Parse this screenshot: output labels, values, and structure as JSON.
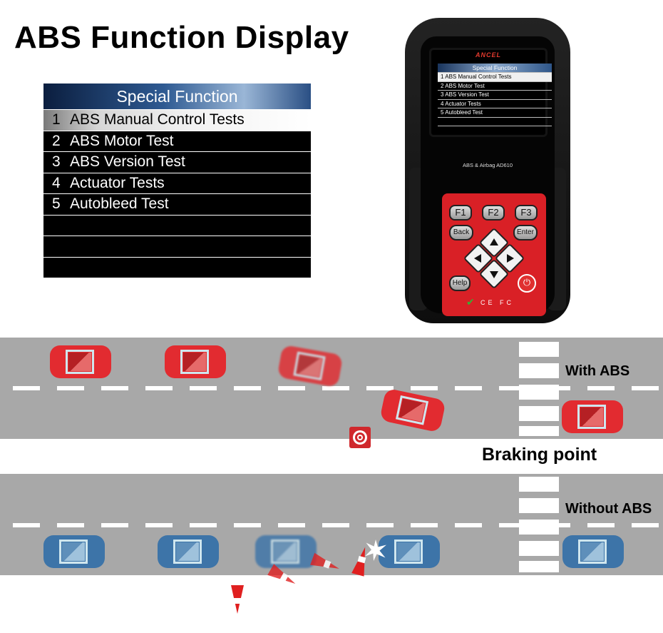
{
  "title": "ABS Function Display",
  "menu": {
    "header": "Special Function",
    "items": [
      {
        "num": "1",
        "label": "ABS Manual Control Tests"
      },
      {
        "num": "2",
        "label": "ABS Motor Test"
      },
      {
        "num": "3",
        "label": "ABS Version Test"
      },
      {
        "num": "4",
        "label": "Actuator Tests"
      },
      {
        "num": "5",
        "label": "Autobleed Test"
      }
    ],
    "selected_index": 0
  },
  "device": {
    "brand": "ANCEL",
    "screen_header": "Special Function",
    "model": "ABS & Airbag AD610",
    "keys": {
      "f1": "F1",
      "f2": "F2",
      "f3": "F3",
      "back": "Back",
      "enter": "Enter",
      "help": "Help"
    },
    "certifications": "CE FC",
    "icons": [
      "up-arrow-icon",
      "down-arrow-icon",
      "left-arrow-icon",
      "right-arrow-icon",
      "power-icon",
      "checkmark-icon"
    ]
  },
  "diagram": {
    "with_abs_label": "With ABS",
    "without_abs_label": "Without ABS",
    "braking_point_label": "Braking point"
  },
  "colors": {
    "red_car": "#e22b30",
    "blue_car": "#3d74a8",
    "road": "#a8a8a8",
    "keypad": "#d92026"
  }
}
